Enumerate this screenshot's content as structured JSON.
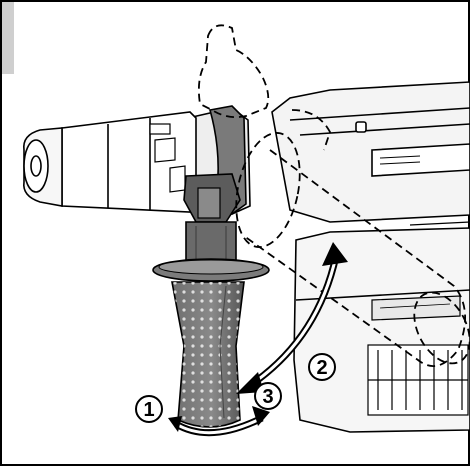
{
  "illustration": {
    "steps": [
      {
        "number": "1"
      },
      {
        "number": "2"
      },
      {
        "number": "3"
      }
    ]
  }
}
